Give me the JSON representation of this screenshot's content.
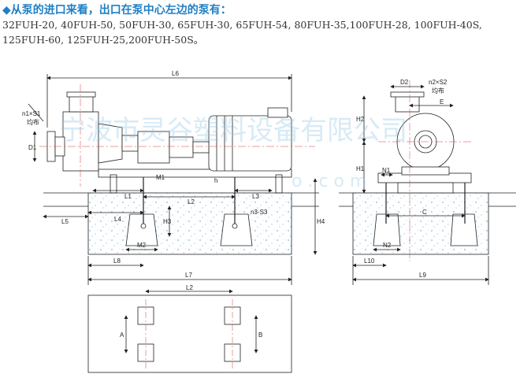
{
  "heading": "◆从泵的进口来看，出口在泵中心左边的泵有：",
  "models": {
    "line1": "  32FUH-20, 40FUH-50, 50FUH-30, 65FUH-30, 65FUH-54, 80FUH-35,100FUH-28, 100FUH-40S,",
    "line2": "125FUH-60, 125FUH-25,200FUH-50S。"
  },
  "watermark": {
    "company": "宁波市灵谷塑料设备有限公司",
    "site": "o . c o m"
  },
  "labels": {
    "L6": "L6",
    "n1S1": "n1×S1",
    "junbu1": "均布",
    "D1": "D1",
    "M1": "M1",
    "h": "h",
    "L1": "L1",
    "L2": "L2",
    "L3": "L3",
    "L4": "L4",
    "L5": "L5",
    "H3": "H3",
    "n3S3": "n3-S3",
    "M2": "M2",
    "L8": "L8",
    "L7": "L7",
    "H4": "H4",
    "D2": "D2",
    "n2S2": "n2×S2",
    "junbu2": "均布",
    "E": "E",
    "H2": "H2",
    "H1": "H1",
    "N1": "N1",
    "C": "C",
    "N2": "N2",
    "L10": "L10",
    "L9": "L9",
    "L2b": "L2",
    "A": "A",
    "B": "B"
  },
  "colors": {
    "heading": "#1f7fc4",
    "line": "#222222",
    "centerline": "#d04040",
    "foundation_dot": "#7ab8e0",
    "watermark": "#8fc4e6"
  }
}
